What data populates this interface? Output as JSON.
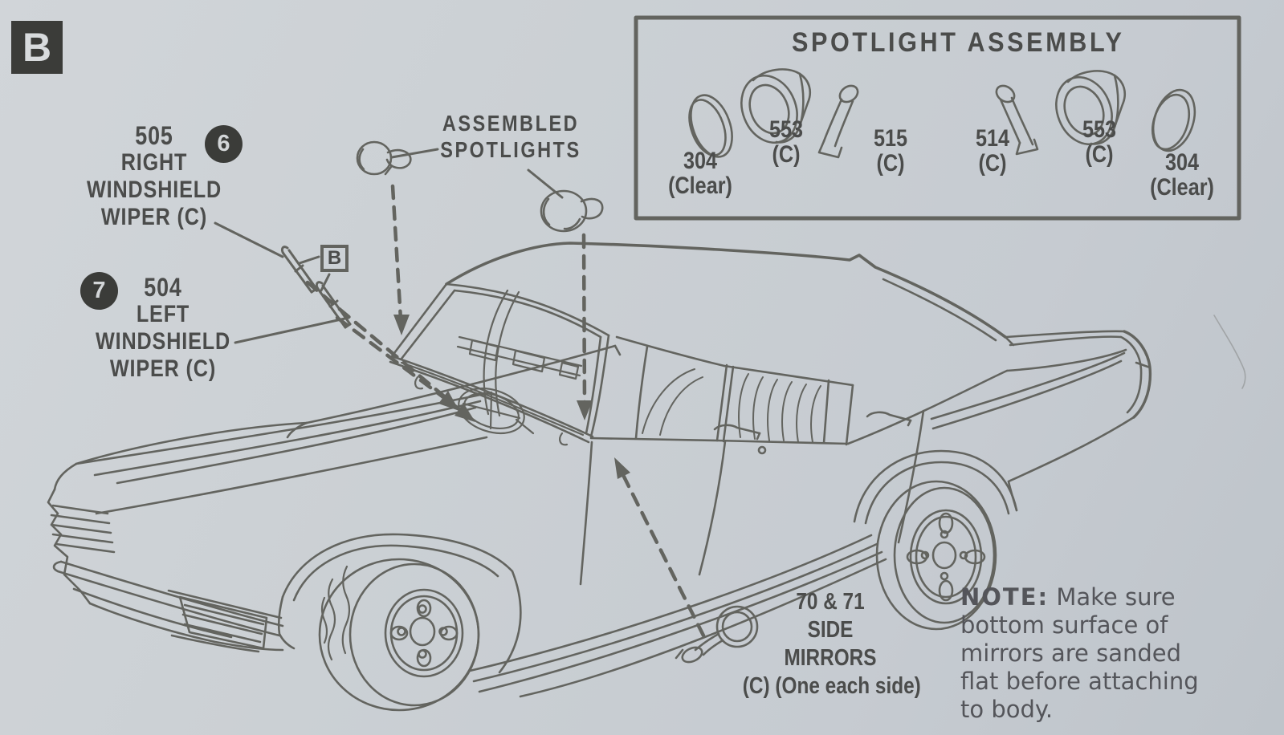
{
  "sheet": {
    "step_letter": "B"
  },
  "wiper_labels": {
    "right": {
      "part_number": "505",
      "callout_number": "6",
      "line1": "RIGHT",
      "line2": "WINDSHIELD",
      "line3": "WIPER (C)"
    },
    "left": {
      "part_number": "504",
      "callout_number": "7",
      "line1": "LEFT",
      "line2": "WINDSHIELD",
      "line3": "WIPER (C)"
    },
    "attachment_badge": "B"
  },
  "assembled_spotlights_label": {
    "line1": "ASSEMBLED",
    "line2": "SPOTLIGHTS"
  },
  "spotlight_box": {
    "title": "SPOTLIGHT ASSEMBLY",
    "parts": [
      {
        "number": "304",
        "finish": "(Clear)"
      },
      {
        "number": "553",
        "finish": "(C)"
      },
      {
        "number": "515",
        "finish": "(C)"
      },
      {
        "number": "514",
        "finish": "(C)"
      },
      {
        "number": "553",
        "finish": "(C)"
      },
      {
        "number": "304",
        "finish": "(Clear)"
      }
    ]
  },
  "side_mirrors_label": {
    "line1": "70 & 71",
    "line2": "SIDE",
    "line3": "MIRRORS",
    "line4": "(C) (One each side)"
  },
  "note": {
    "prefix": "NOTE:",
    "line1": "Make sure",
    "line2": "bottom surface of",
    "line3": "mirrors are sanded",
    "line4": "flat before attaching",
    "line5": "to body."
  },
  "colors": {
    "paper": "#c9cdd2",
    "ink": "#63645f",
    "text": "#4b4c4b",
    "badge_black": "#3b3c39"
  }
}
